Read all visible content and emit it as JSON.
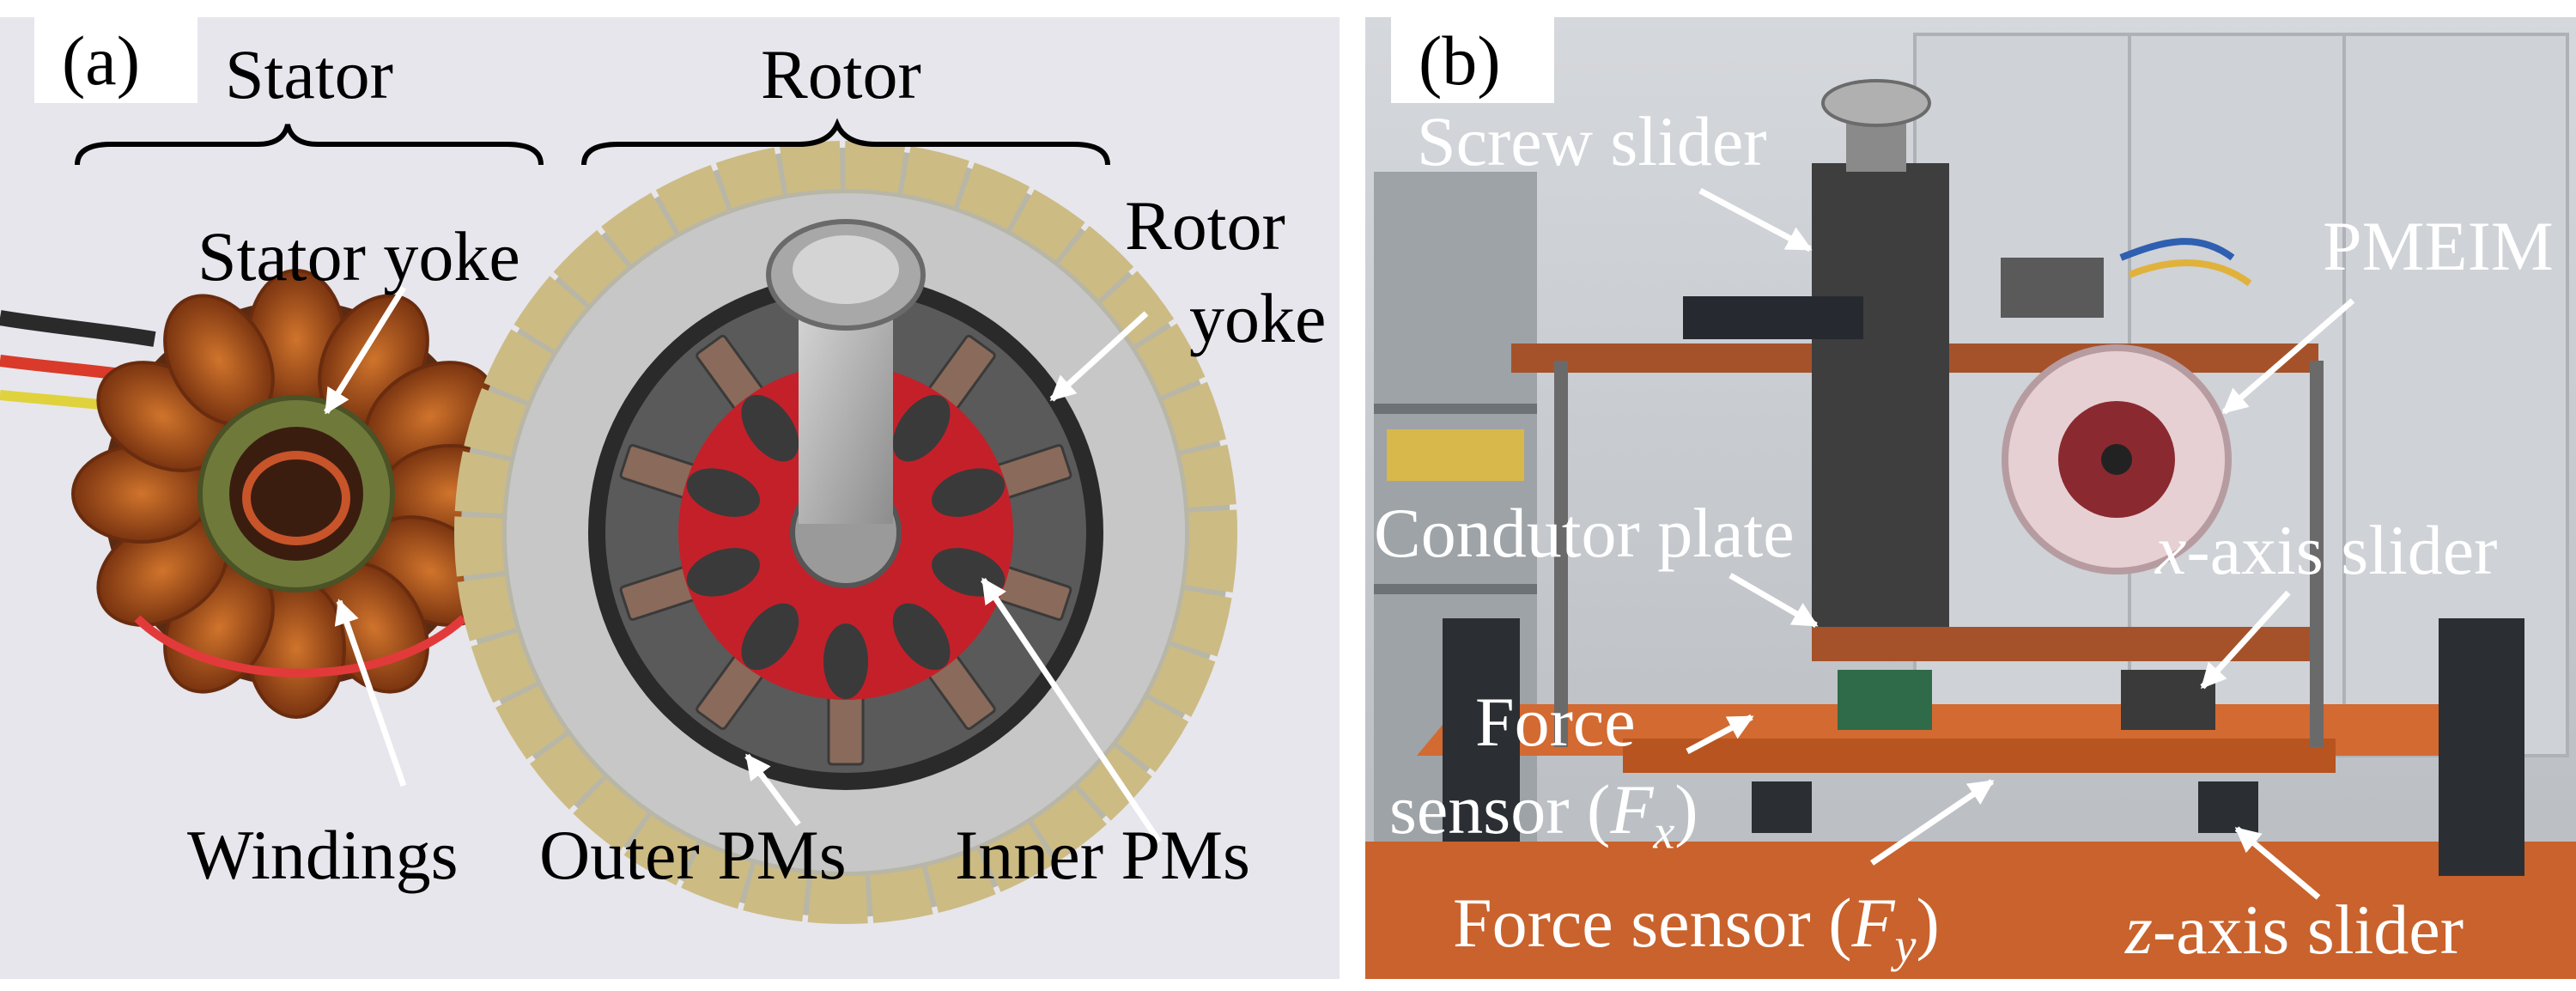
{
  "panel_a": {
    "tag": "(a)",
    "labels": {
      "stator": "Stator",
      "rotor": "Rotor",
      "stator_yoke": "Stator yoke",
      "rotor_yoke_line1": "Rotor",
      "rotor_yoke_line2": "yoke",
      "windings": "Windings",
      "outer_pms": "Outer PMs",
      "inner_pms": "Inner PMs"
    }
  },
  "panel_b": {
    "tag": "(b)",
    "labels": {
      "screw_slider": "Screw slider",
      "pmeim": "PMEIM",
      "conductor_plate": "Condutor plate",
      "x_slider_var": "x",
      "x_slider_rest": "-axis slider",
      "force_x_line1": "Force",
      "force_x_line2": "sensor (",
      "force_x_var": "F",
      "force_x_sub": "x",
      "force_x_close": ")",
      "force_y_text": "Force sensor (",
      "force_y_var": "F",
      "force_y_sub": "y",
      "force_y_close": ")",
      "z_slider_var": "z",
      "z_slider_rest": "-axis slider"
    }
  },
  "colors": {
    "copper": "#a8501c",
    "rotor_red": "#c4202a",
    "magnet_gold": "#cdbb84",
    "steel": "#b9b9b9",
    "plate_orange": "#c9622c",
    "backdrop_a": "#e4e4ea",
    "backdrop_b": "#c5c9cd"
  }
}
